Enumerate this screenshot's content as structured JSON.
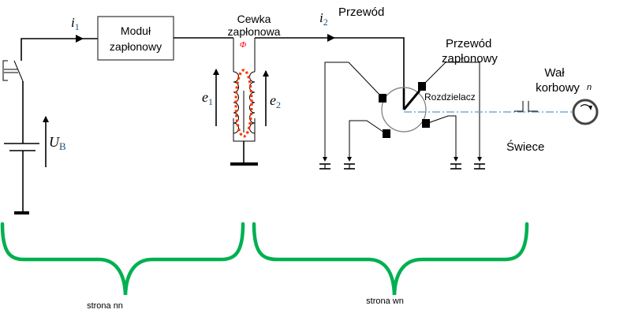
{
  "labels": {
    "current_1": "i",
    "current_1_sub": "1",
    "current_2": "i",
    "current_2_sub": "2",
    "ignition_module_line1": "Moduł",
    "ignition_module_line2": "zapłonowy",
    "ignition_coil_line1": "Cewka",
    "ignition_coil_line2": "zapłonowa",
    "flux_symbol": "Φ",
    "emf_1": "e",
    "emf_1_sub": "1",
    "emf_2": "e",
    "emf_2_sub": "2",
    "battery_voltage": "U",
    "battery_voltage_sub": "B",
    "wire": "Przewód",
    "ignition_wire_line1": "Przewód",
    "ignition_wire_line2": "zapłonowy",
    "distributor": "Rozdzielacz",
    "crankshaft_line1": "Wał",
    "crankshaft_line2": "korbowy",
    "speed_symbol": "n",
    "spark_plugs": "Świece",
    "low_voltage_side": "strona nn",
    "high_voltage_side": "strona wn"
  },
  "colors": {
    "brace": "#00b050",
    "flux": "#ff3300",
    "flux_symbol": "#ff0000",
    "shaft_axis": "#5b9bd5",
    "math_subscript": "#1f4e79"
  }
}
